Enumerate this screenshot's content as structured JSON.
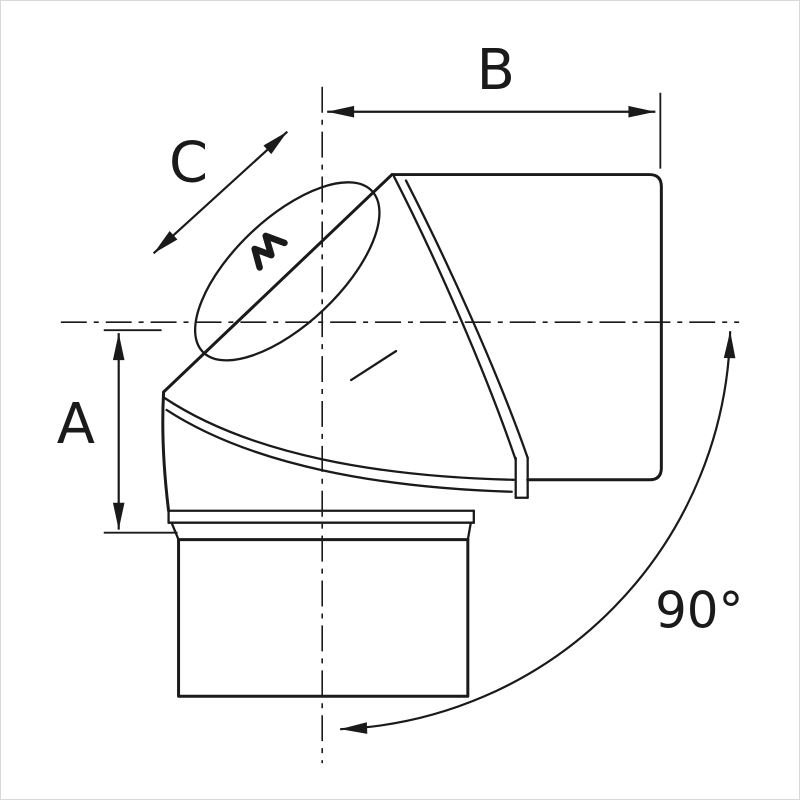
{
  "title": "90-degree segmented flue elbow dimensioned drawing",
  "labels": {
    "dim_a": "A",
    "dim_b": "B",
    "dim_c": "C",
    "angle": "90°"
  },
  "colors": {
    "line": "#1a1a1a",
    "background": "#ffffff"
  }
}
